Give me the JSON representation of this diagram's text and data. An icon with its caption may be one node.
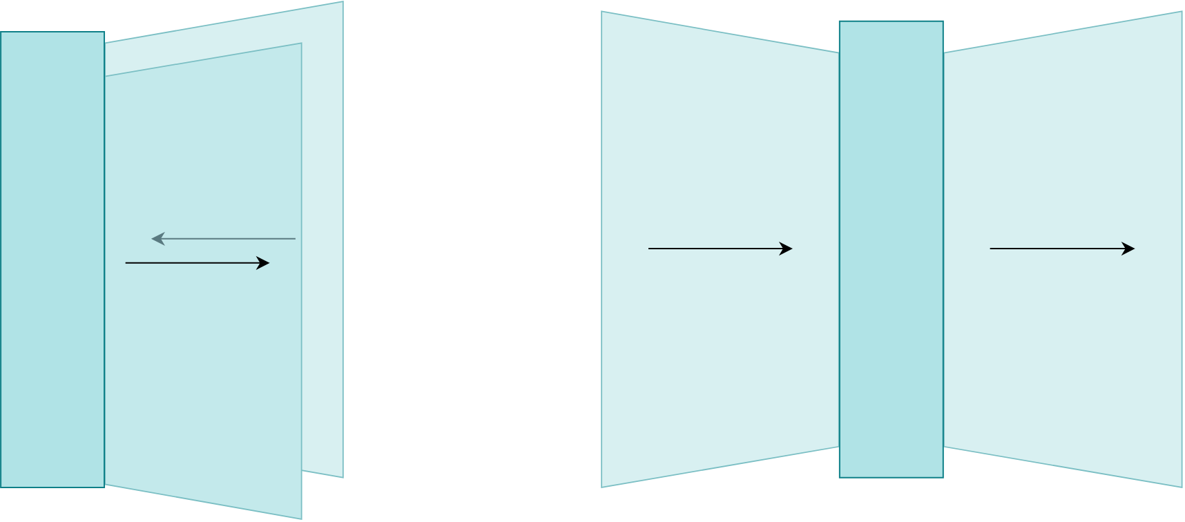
{
  "diagram": {
    "nodes": [
      {
        "text": [],
        "shape": "box"
      },
      {
        "text": [],
        "shape": "trapezoid"
      },
      {
        "text": [],
        "shape": "trapezoid"
      },
      {
        "text": [],
        "shape": "trapezoid"
      },
      {
        "text": [],
        "shape": "box"
      },
      {
        "text": [],
        "shape": "trapezoid"
      }
    ]
  }
}
